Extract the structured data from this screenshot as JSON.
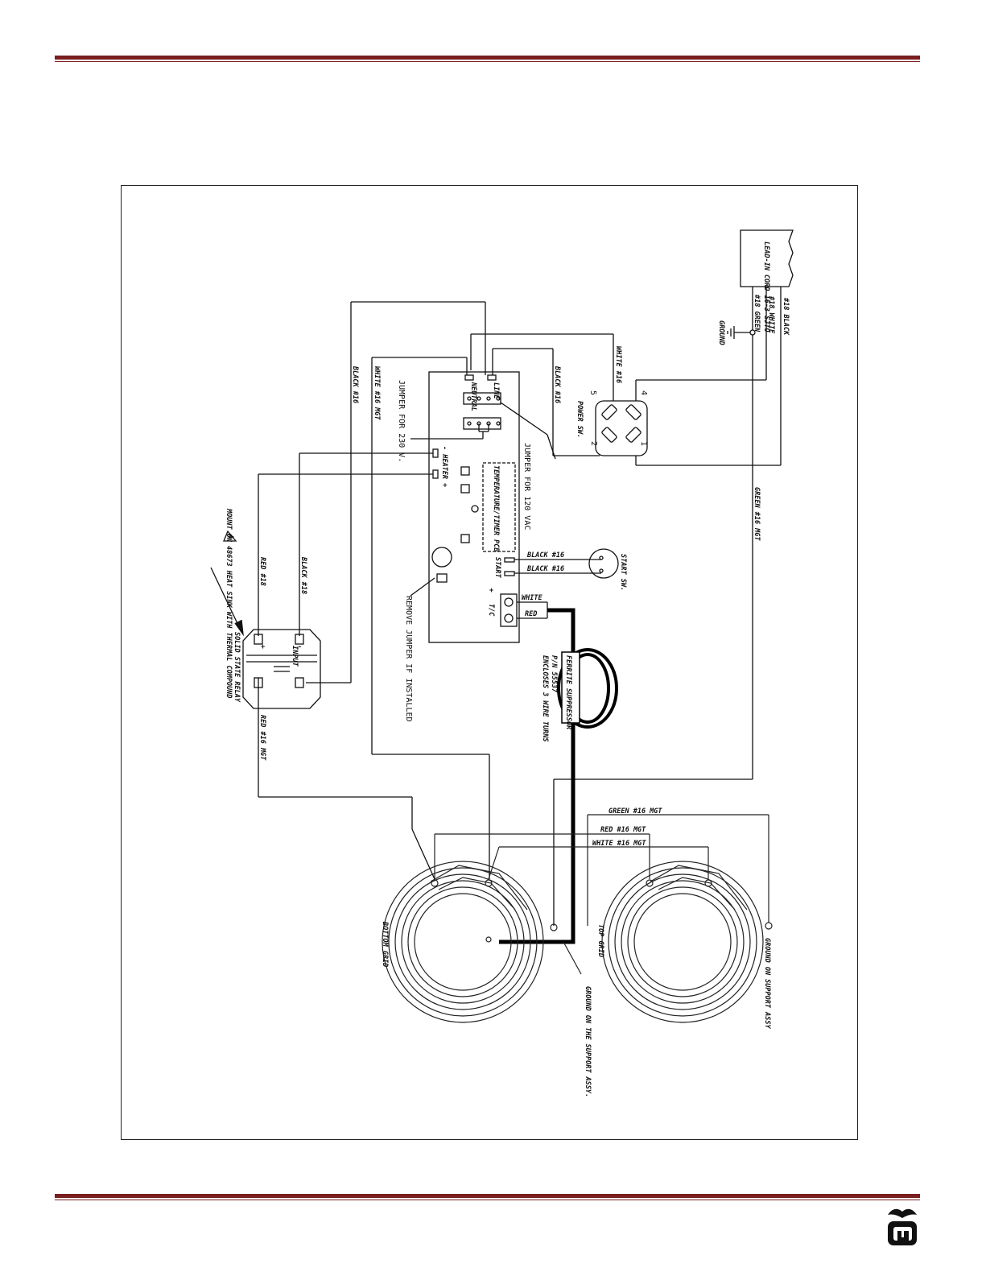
{
  "labels": {
    "lead_in_cord": "LEAD-IN CORD 16-3 SJTO",
    "wire_18_black": "#18 BLACK",
    "wire_18_white": "#18 WHITE",
    "wire_18_green": "#18 GREEN",
    "ground": "GROUND",
    "white_16": "WHITE #16",
    "black_16_a": "BLACK #16",
    "black_16_b": "BLACK #16",
    "white_16_mgt": "WHITE #16 MGT",
    "green_16_mgt": "GREEN #16 MGT",
    "power_sw": "POWER SW.",
    "sw_5": "5",
    "sw_4": "4",
    "sw_2": "2",
    "sw_1": "1",
    "line": "LINE",
    "neutral": "NEUTRAL",
    "jumper_230": "JUMPER FOR 230 V.",
    "jumper_120": "JUMPER FOR 120 VAC",
    "heater_minus": "- HEATER",
    "heater_plus": "+",
    "pcb": "TEMPERATURE/TIMER PCB",
    "start_sw": "START SW.",
    "start": "START",
    "black_16_start1": "BLACK #16",
    "black_16_start2": "BLACK #16",
    "tc": "T/C",
    "tc_plus": "+",
    "white": "WHITE",
    "red": "RED",
    "remove_jumper": "REMOVE JUMPER IF INSTALLED",
    "ferrite": "FERRITE SUPPRESSOR",
    "pn": "P/N 55537",
    "encloses": "ENCLOSES 3 WIRE TURNS",
    "black_18": "BLACK #18",
    "red_18": "RED #18",
    "mount_note": "MOUNT ON 48673 HEAT SINK WITH THERMAL COMPOUND",
    "warning_mark": "A",
    "input": "INPUT",
    "input_plus": "+",
    "input_minus": "-",
    "ssr": "SOLID STATE RELAY",
    "red_16_mgt": "RED #16 MGT",
    "green_16_mgt_top": "GREEN #16 MGT",
    "red_16_mgt_top": "RED #16 MGT",
    "white_16_mgt_top": "WHITE #16 MGT",
    "bottom_grid": "BOTTOM GRID",
    "top_grid": "TOP GRID",
    "ground_support_1": "GROUND ON THE SUPPORT ASSY.",
    "ground_support_2": "GROUND ON SUPPORT ASSY"
  }
}
